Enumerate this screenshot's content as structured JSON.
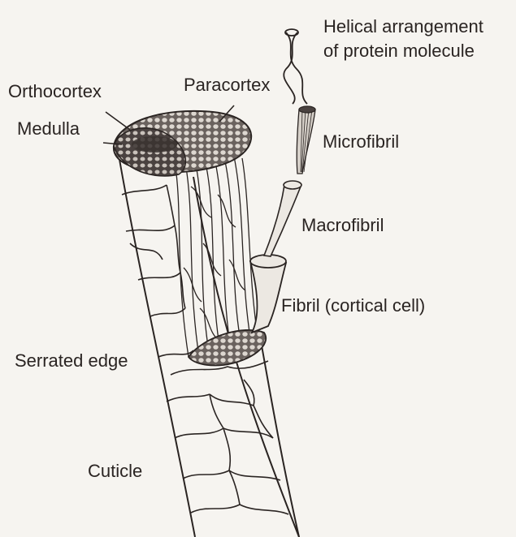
{
  "labels": {
    "helical": [
      "Helical arrangement",
      "of protein molecule"
    ],
    "orthocortex": "Orthocortex",
    "paracortex": "Paracortex",
    "medulla": "Medulla",
    "microfibril": "Microfibril",
    "macrofibril": "Macrofibril",
    "fibril": "Fibril (cortical cell)",
    "serrated_edge": "Serrated edge",
    "cuticle": "Cuticle"
  },
  "colors": {
    "background": "#f6f4f0",
    "ink": "#2a2422",
    "shade": "#4a4240"
  }
}
